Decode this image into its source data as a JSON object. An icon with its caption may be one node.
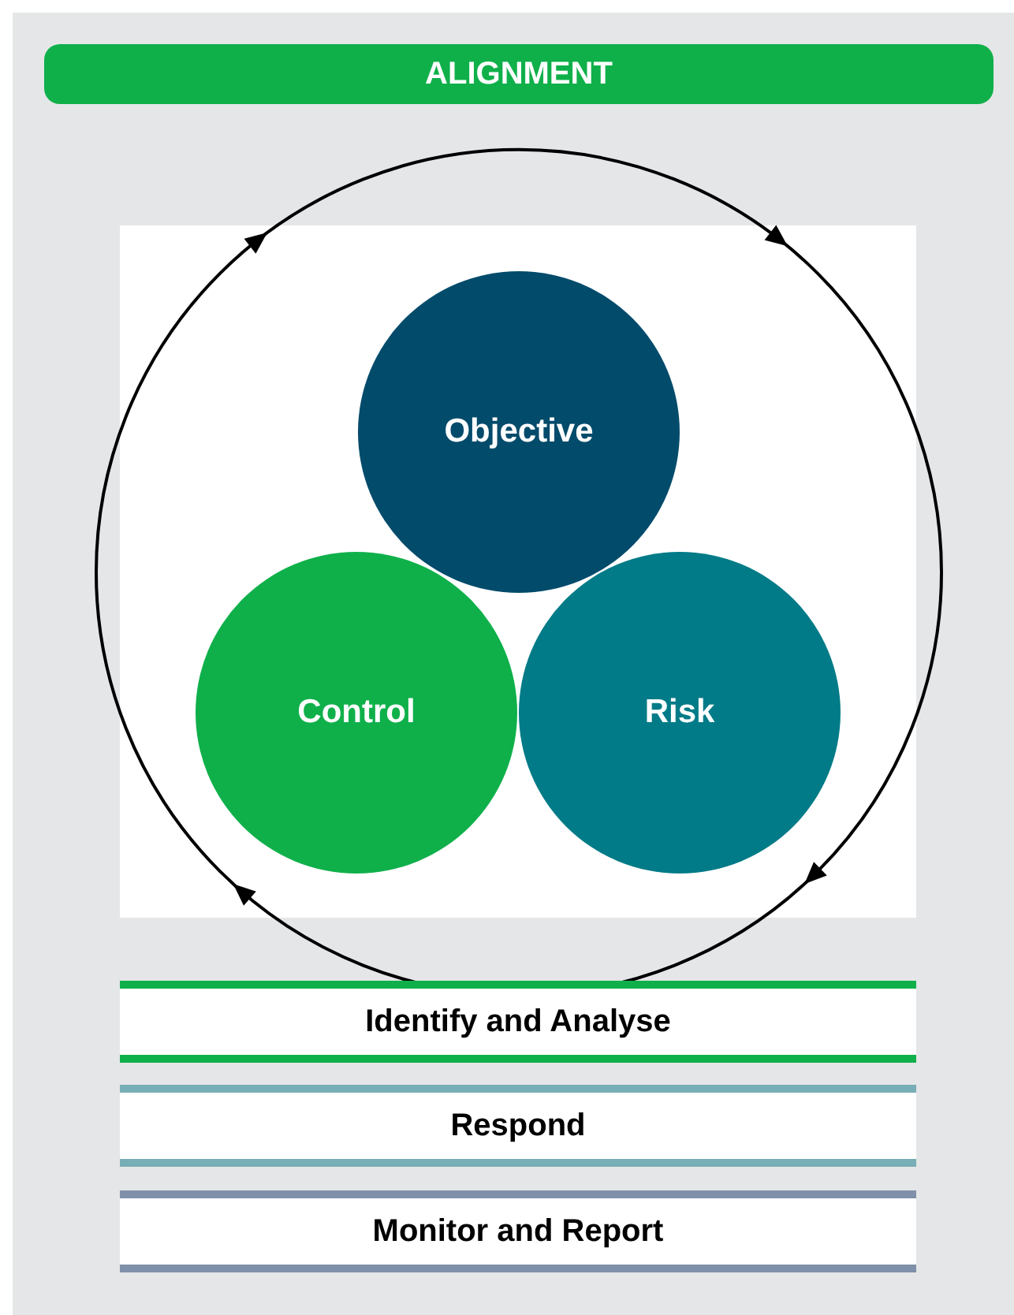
{
  "diagram": {
    "nodes": [
      {
        "text": [
          "ALIGNMENT"
        ]
      },
      {
        "text": [
          "Objective"
        ]
      },
      {
        "text": [
          "Control"
        ]
      },
      {
        "text": [
          "Risk"
        ]
      },
      {
        "text": [
          "Identify and Analyse"
        ]
      },
      {
        "text": [
          "Respond"
        ]
      },
      {
        "text": [
          "Monitor and Report"
        ]
      }
    ]
  }
}
